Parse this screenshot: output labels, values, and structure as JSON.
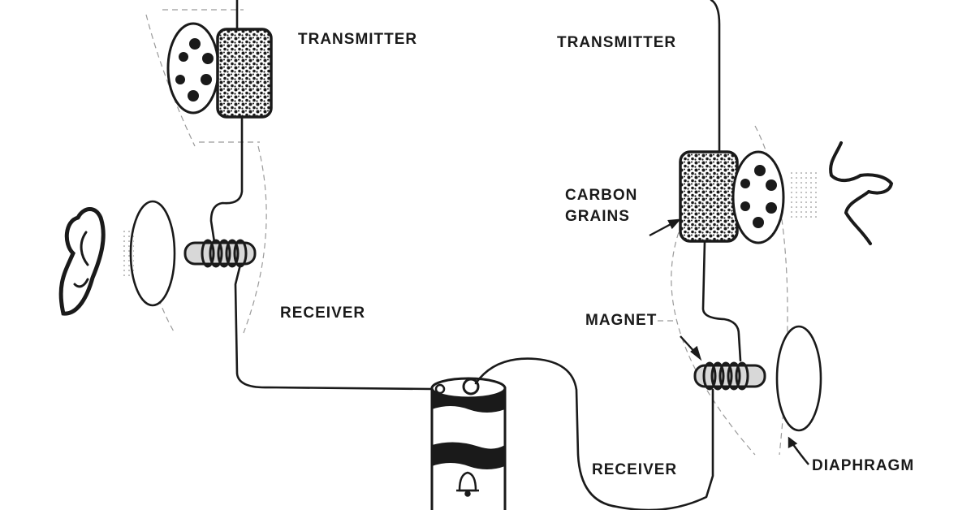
{
  "labels": {
    "transmitter_left": "TRANSMITTER",
    "transmitter_right": "TRANSMITTER",
    "carbon_grains_line1": "CARBON",
    "carbon_grains_line2": "GRAINS",
    "receiver_left": "RECEIVER",
    "receiver_bottom": "RECEIVER",
    "magnet": "MAGNET",
    "diaphragm": "DIAPHRAGM"
  },
  "icons": [
    "ear-icon",
    "mouth-icon",
    "bell-logo-icon"
  ],
  "colors": {
    "ink": "#1a1a1a",
    "paper": "#ffffff",
    "dashed_guide": "#9a9a9a"
  }
}
